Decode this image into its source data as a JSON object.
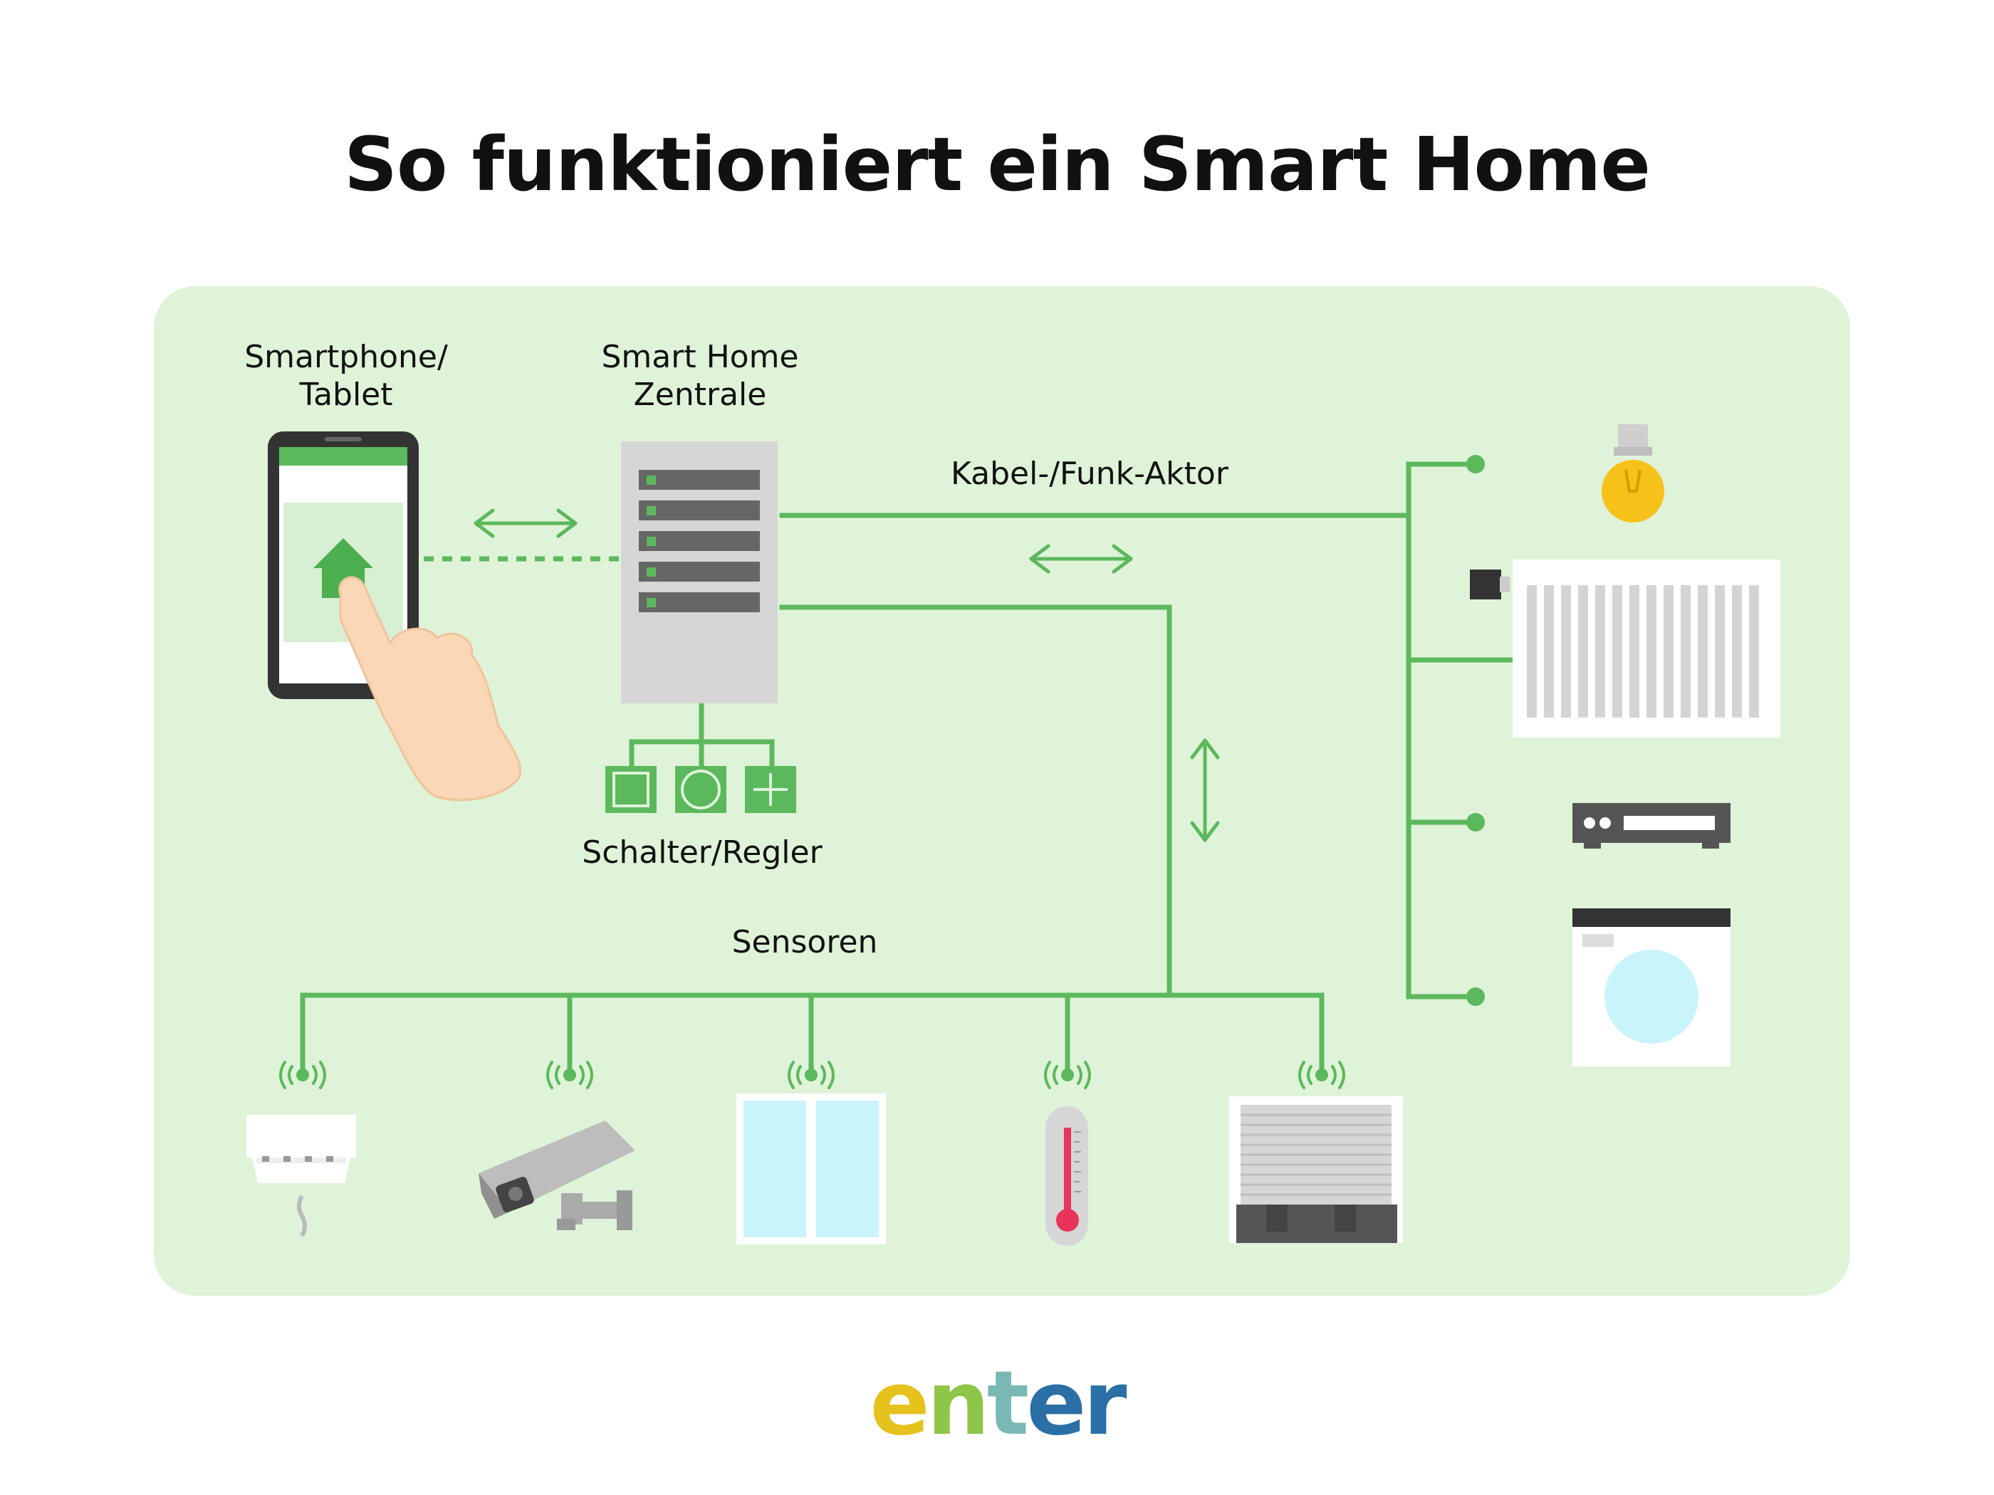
{
  "title": "So funktioniert ein Smart Home",
  "labels": {
    "smartphone": "Smartphone/\nTablet",
    "zentrale": "Smart Home\nZentrale",
    "aktor": "Kabel-/Funk-Aktor",
    "schalter": "Schalter/Regler",
    "sensoren": "Sensoren"
  },
  "logo": {
    "e": "e",
    "n": "n",
    "t": "t",
    "er": "er"
  },
  "colors": {
    "panel": "#dff3d9",
    "line": "#5cb85c",
    "green": "#4caf50",
    "server": "#d6d6d6",
    "dark": "#555555",
    "glass": "#c9f4fb",
    "bulb": "#f6c21a",
    "drum": "#c9f4fb",
    "thermo": "#e8335a",
    "skin": "#fad7b6"
  },
  "icons": [
    "smartphone-icon",
    "hand-icon",
    "server-icon",
    "switch-square-icon",
    "switch-circle-icon",
    "switch-plus-icon",
    "bulb-icon",
    "radiator-icon",
    "receiver-icon",
    "washing-machine-icon",
    "smoke-detector-icon",
    "camera-icon",
    "window-icon",
    "thermometer-icon",
    "shutter-icon"
  ]
}
